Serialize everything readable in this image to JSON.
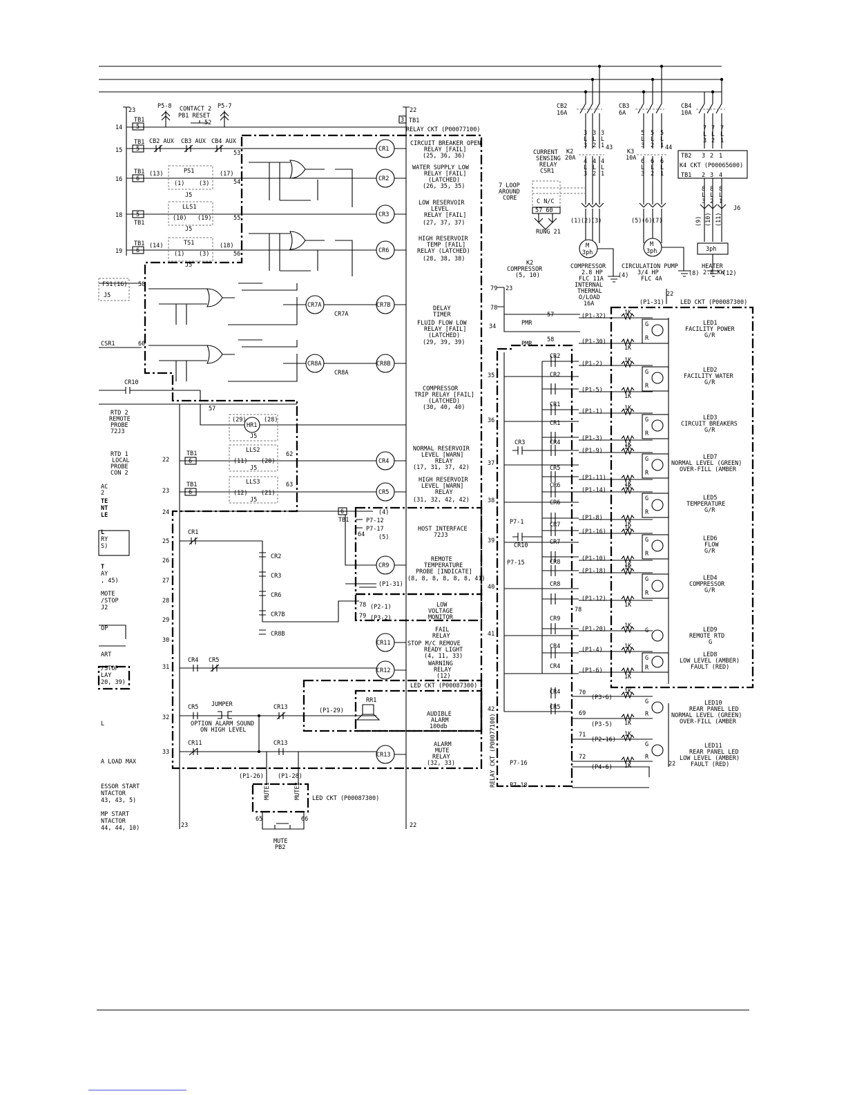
{
  "blocks": {
    "relay_ckt_top": "RELAY CKT (P00077100)",
    "relay_ckt_vert": "RELAY CKT (P00077100)",
    "led_ckt_right": "LED CKT (P00087300)",
    "led_ckt_mid": "LED CKT (P00087300)",
    "led_ckt_bottom": "LED CKT (P00087300)",
    "k4_ckt": "K4 CKT (P00065600)"
  },
  "rungs": [
    "14",
    "15",
    "16",
    "18",
    "19",
    "22",
    "23",
    "24",
    "25",
    "26",
    "27",
    "28",
    "29",
    "30",
    "31",
    "32",
    "33"
  ],
  "relay_rungs": [
    "34",
    "35",
    "36",
    "37",
    "38",
    "39",
    "40",
    "41",
    "42"
  ],
  "power": {
    "cb2": "CB2",
    "cb2_a": "16A",
    "cb3": "CB3",
    "cb3_a": "6A",
    "cb4": "CB4",
    "cb4_a": "10A",
    "k2": "K2",
    "k2_a": "20A",
    "k3": "K3",
    "k3_a": "10A",
    "csr_label": [
      "CURRENT",
      "SENSING",
      "RELAY",
      "CSR1"
    ],
    "loop_label": [
      "7 LOOP",
      "AROUND",
      "CORE"
    ],
    "cn": "C N/C",
    "cn_nums": "57 60",
    "rung21": "RUNG 21",
    "compressor": [
      "COMPRESSOR",
      "2.8 HP",
      "FLC 11A",
      "INTERNAL",
      "THERMAL",
      "O/LOAD",
      "16A"
    ],
    "pump": [
      "CIRCULATION PUMP",
      "3/4 HP",
      "FLC 4A"
    ],
    "heater": [
      "HEATER",
      "2.8 KW"
    ],
    "motor": "M",
    "ph": "3ph",
    "tb2": "TB2",
    "tb1": "TB1",
    "j6": "J6",
    "w43": "43",
    "w44": "44",
    "g4": "(4)",
    "g8": "(8)",
    "g12": "(12)"
  },
  "relays": [
    {
      "id": "CR1",
      "desc": [
        "CIRCUIT BREAKER OPEN",
        "RELAY [FAIL]",
        "(25, 36, 36)"
      ]
    },
    {
      "id": "CR2",
      "desc": [
        "WATER SUPPLY LOW",
        "RELAY [FAIL]",
        "(LATCHED)",
        "(26, 35, 35)"
      ]
    },
    {
      "id": "CR3",
      "desc": [
        "LOW RESERVOIR",
        "LEVEL",
        "RELAY [FAIL]",
        "(27, 37, 37)"
      ]
    },
    {
      "id": "CR6",
      "desc": [
        "HIGH RESERVOIR",
        "TEMP [FAIL]",
        "RELAY (LATCHED)",
        "(28, 38, 38)"
      ]
    },
    {
      "id": "CR7B",
      "desc": [
        "DELAY",
        "TIMER",
        "FLUID FLOW LOW",
        "RELAY [FAIL]",
        "(LATCHED)",
        "(29, 39, 39)"
      ]
    },
    {
      "id": "CR8B",
      "desc": [
        "COMPRESSOR",
        "TRIP RELAY [FAIL]",
        "(LATCHED)",
        "(30, 40, 40)"
      ]
    },
    {
      "id": "CR4",
      "desc": [
        "NORMAL RESERVOIR",
        "LEVEL [WARN]",
        "RELAY",
        "(17, 31, 37, 42)"
      ]
    },
    {
      "id": "CR5",
      "desc": [
        "HIGH RESERVOIR",
        "LEVEL [WARN]",
        "RELAY",
        "(31, 32, 42, 42)"
      ]
    },
    {
      "id": "HOST",
      "desc": [
        "HOST INTERFACE",
        "72J3"
      ]
    },
    {
      "id": "CR9",
      "desc": [
        "REMOTE",
        "TEMPERATURE",
        "PROBE [INDICATE]",
        "(8, 8, 8, 8, 8, 8, 41)"
      ]
    },
    {
      "id": "LVM",
      "desc": [
        "LOW",
        "VOLTAGE",
        "MONITOR"
      ]
    },
    {
      "id": "CR11",
      "desc": [
        "FAIL",
        "RELAY",
        "STOP M/C REMOVE",
        "READY LIGHT",
        "(4, 11, 33)"
      ]
    },
    {
      "id": "CR12",
      "desc": [
        "WARNING",
        "RELAY",
        "(12)"
      ]
    },
    {
      "id": "RR1",
      "desc": [
        "AUDIBLE",
        "ALARM",
        "100db"
      ]
    },
    {
      "id": "CR13",
      "desc": [
        "ALARM",
        "MUTE",
        "RELAY",
        "(32, 33)"
      ]
    }
  ],
  "leds": [
    {
      "id": "LED1",
      "desc": [
        "FACILITY POWER",
        "G/R"
      ],
      "pins": [
        "(P1-32)",
        "(P1-30)"
      ]
    },
    {
      "id": "LED2",
      "desc": [
        "FACILITY WATER",
        "G/R"
      ],
      "pins": [
        "(P1-2)",
        "(P1-5)"
      ]
    },
    {
      "id": "LED3",
      "desc": [
        "CIRCUIT BREAKERS",
        "G/R"
      ],
      "pins": [
        "(P1-1)",
        "(P1-3)"
      ]
    },
    {
      "id": "LED7",
      "desc": [
        "NORMAL LEVEL (GREEN)",
        "OVER-FILL (AMBER"
      ],
      "pins": [
        "(P1-9)",
        "(P1-11)"
      ]
    },
    {
      "id": "LED5",
      "desc": [
        "TEMPERATURE",
        "G/R"
      ],
      "pins": [
        "(P1-14)",
        "(P1-8)"
      ]
    },
    {
      "id": "LED6",
      "desc": [
        "FLOW",
        "G/R"
      ],
      "pins": [
        "(P1-16)",
        "(P1-10)"
      ]
    },
    {
      "id": "LED4",
      "desc": [
        "COMPRESSOR",
        "G/R"
      ],
      "pins": [
        "(P1-18)",
        "(P1-12)"
      ]
    },
    {
      "id": "LED9",
      "desc": [
        "REMOTE RTD",
        "G"
      ],
      "pins": [
        "(P1-20)"
      ]
    },
    {
      "id": "LED8",
      "desc": [
        "LOW LEVEL (AMBER)",
        "FAULT (RED)"
      ],
      "pins": [
        "(P1-4)",
        "(P1-6)"
      ]
    }
  ],
  "rear_leds": [
    {
      "id": "LED10",
      "desc": [
        "REAR PANEL LED",
        "NORMAL LEVEL (GREEN)",
        "OVER-FILL (AMBER"
      ],
      "pins": [
        "(P3-6)",
        "(P3-5)"
      ],
      "wires": [
        "70",
        "69"
      ]
    },
    {
      "id": "LED11",
      "desc": [
        "REAR PANEL LED",
        "LOW LEVEL (AMBER)",
        "FAULT (RED)"
      ],
      "pins": [
        "(P2-16)",
        "(P4-6)"
      ],
      "wires": [
        "71",
        "72"
      ]
    }
  ],
  "labels": {
    "contact2": "CONTACT 2",
    "pb1": "PB1 RESET",
    "p5_8": "P5-8",
    "p5_7": "P5-7",
    "w52": "52",
    "w53": "53",
    "w54": "54",
    "w55": "55",
    "w56": "56",
    "w57": "57",
    "w58": "58",
    "w60": "60",
    "w62": "62",
    "w63": "63",
    "w64": "64",
    "w65": "65",
    "w66": "66",
    "w78": "78",
    "w79": "79",
    "w22": "22",
    "w23": "23",
    "tb1": "TB1",
    "tb1_3": "3",
    "tb1_5": "5",
    "tb1_6": "6",
    "cb2aux": "CB2 AUX",
    "cb3aux": "CB3 AUX",
    "cb4aux": "CB4 AUX",
    "ps1": "PS1",
    "lls1": "LLS1",
    "ts1": "TS1",
    "lls2": "LLS2",
    "lls3": "LLS3",
    "hr1": "HR1",
    "fs1": "FS1",
    "j5": "J5",
    "p13": "(13)",
    "p17": "(17)",
    "p1": "(1)",
    "p3": "(3)",
    "p10": "(10)",
    "p19": "(19)",
    "p14": "(14)",
    "p18": "(18)",
    "p16": "(16)",
    "p29": "(29)",
    "p28": "(28)",
    "p11": "(11)",
    "p20": "(20)",
    "p12": "(12)",
    "p21": "(21)",
    "csr1": "CSR1",
    "cr10": "CR10",
    "cr7a": "CR7A",
    "cr8a": "CR8A",
    "cr7a_c": "CR7A",
    "cr8a_c": "CR8A",
    "rtd2": [
      "RTD 2",
      "REMOTE",
      "PROBE",
      "72J3"
    ],
    "rtd1": [
      "RTD 1",
      "LOCAL",
      "PROBE",
      "CON 2"
    ],
    "host_pins": [
      "(4)",
      "P7-12",
      "P7-17",
      "(5)"
    ],
    "p1_31": "(P1-31)",
    "p2_1": "(P2-1)",
    "p3_2": "(P3-2)",
    "p1_29": "(P1-29)",
    "p1_26": "(P1-26)",
    "p1_28": "(P1-28)",
    "mute1": "MUTE1",
    "mute2": "MUTE2",
    "mute_pb": [
      "MUTE",
      "PB2"
    ],
    "jumper": "JUMPER",
    "option": [
      "OPTION ALARM SOUND",
      "ON HIGH LEVEL"
    ],
    "k2_comp": [
      "K2",
      "COMPRESSOR",
      "(5, 10)"
    ],
    "pmr": "PMR",
    "p7_1": "P7-1",
    "p7_15": "P7-15",
    "p7_16": "P7-16",
    "p7_18": "P7-18",
    "cr1": "CR1",
    "cr2": "CR2",
    "cr3": "CR3",
    "cr4": "CR4",
    "cr5": "CR5",
    "cr6": "CR6",
    "cr7": "CR7",
    "cr7b": "CR7B",
    "cr8": "CR8",
    "cr8b": "CR8B",
    "cr9": "CR9",
    "cr11": "CR11",
    "cr13": "CR13",
    "one_k": "1K",
    "g": "G",
    "r": "R",
    "left_frag": [
      "AC",
      "2",
      "TE",
      "NT",
      "LE",
      "L",
      "RY",
      "S)",
      "T",
      "AY",
      ", 45)",
      "MOTE",
      "/STOP",
      "J2",
      "OP",
      "ART",
      "/STOP",
      "LAY",
      "20, 39)",
      "L",
      "A LOAD MAX",
      "ESSOR START",
      "NTACTOR",
      "43, 43, 5)",
      "MP START",
      "NTACTOR",
      "44, 44, 10)"
    ]
  }
}
